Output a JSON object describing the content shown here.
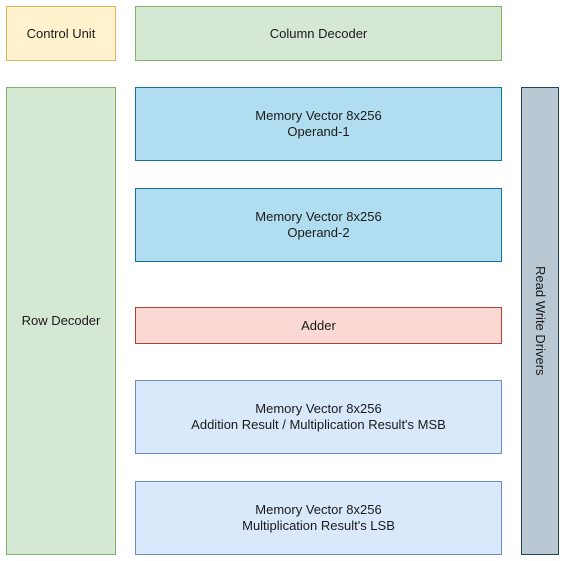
{
  "blocks": {
    "control_unit": {
      "label": "Control Unit"
    },
    "column_decoder": {
      "label": "Column Decoder"
    },
    "row_decoder": {
      "label": "Row Decoder"
    },
    "operand_1": {
      "line1": "Memory Vector 8x256",
      "line2": "Operand-1"
    },
    "operand_2": {
      "line1": "Memory Vector 8x256",
      "line2": "Operand-2"
    },
    "adder": {
      "label": "Adder"
    },
    "addition_result": {
      "line1": "Memory Vector 8x256",
      "line2": "Addition Result / Multiplication Result's MSB"
    },
    "multiplication_lsb": {
      "line1": "Memory Vector 8x256",
      "line2": "Multiplication Result's LSB"
    },
    "read_write_drivers": {
      "label": "Read Write Drivers"
    }
  },
  "colors": {
    "control_unit_fill": "#fff2cc",
    "decoder_fill": "#d5e8d4",
    "operand_fill": "#b1ddf0",
    "adder_fill": "#fad9d5",
    "result_fill": "#dae8fc",
    "drivers_fill": "#bac8d3"
  }
}
